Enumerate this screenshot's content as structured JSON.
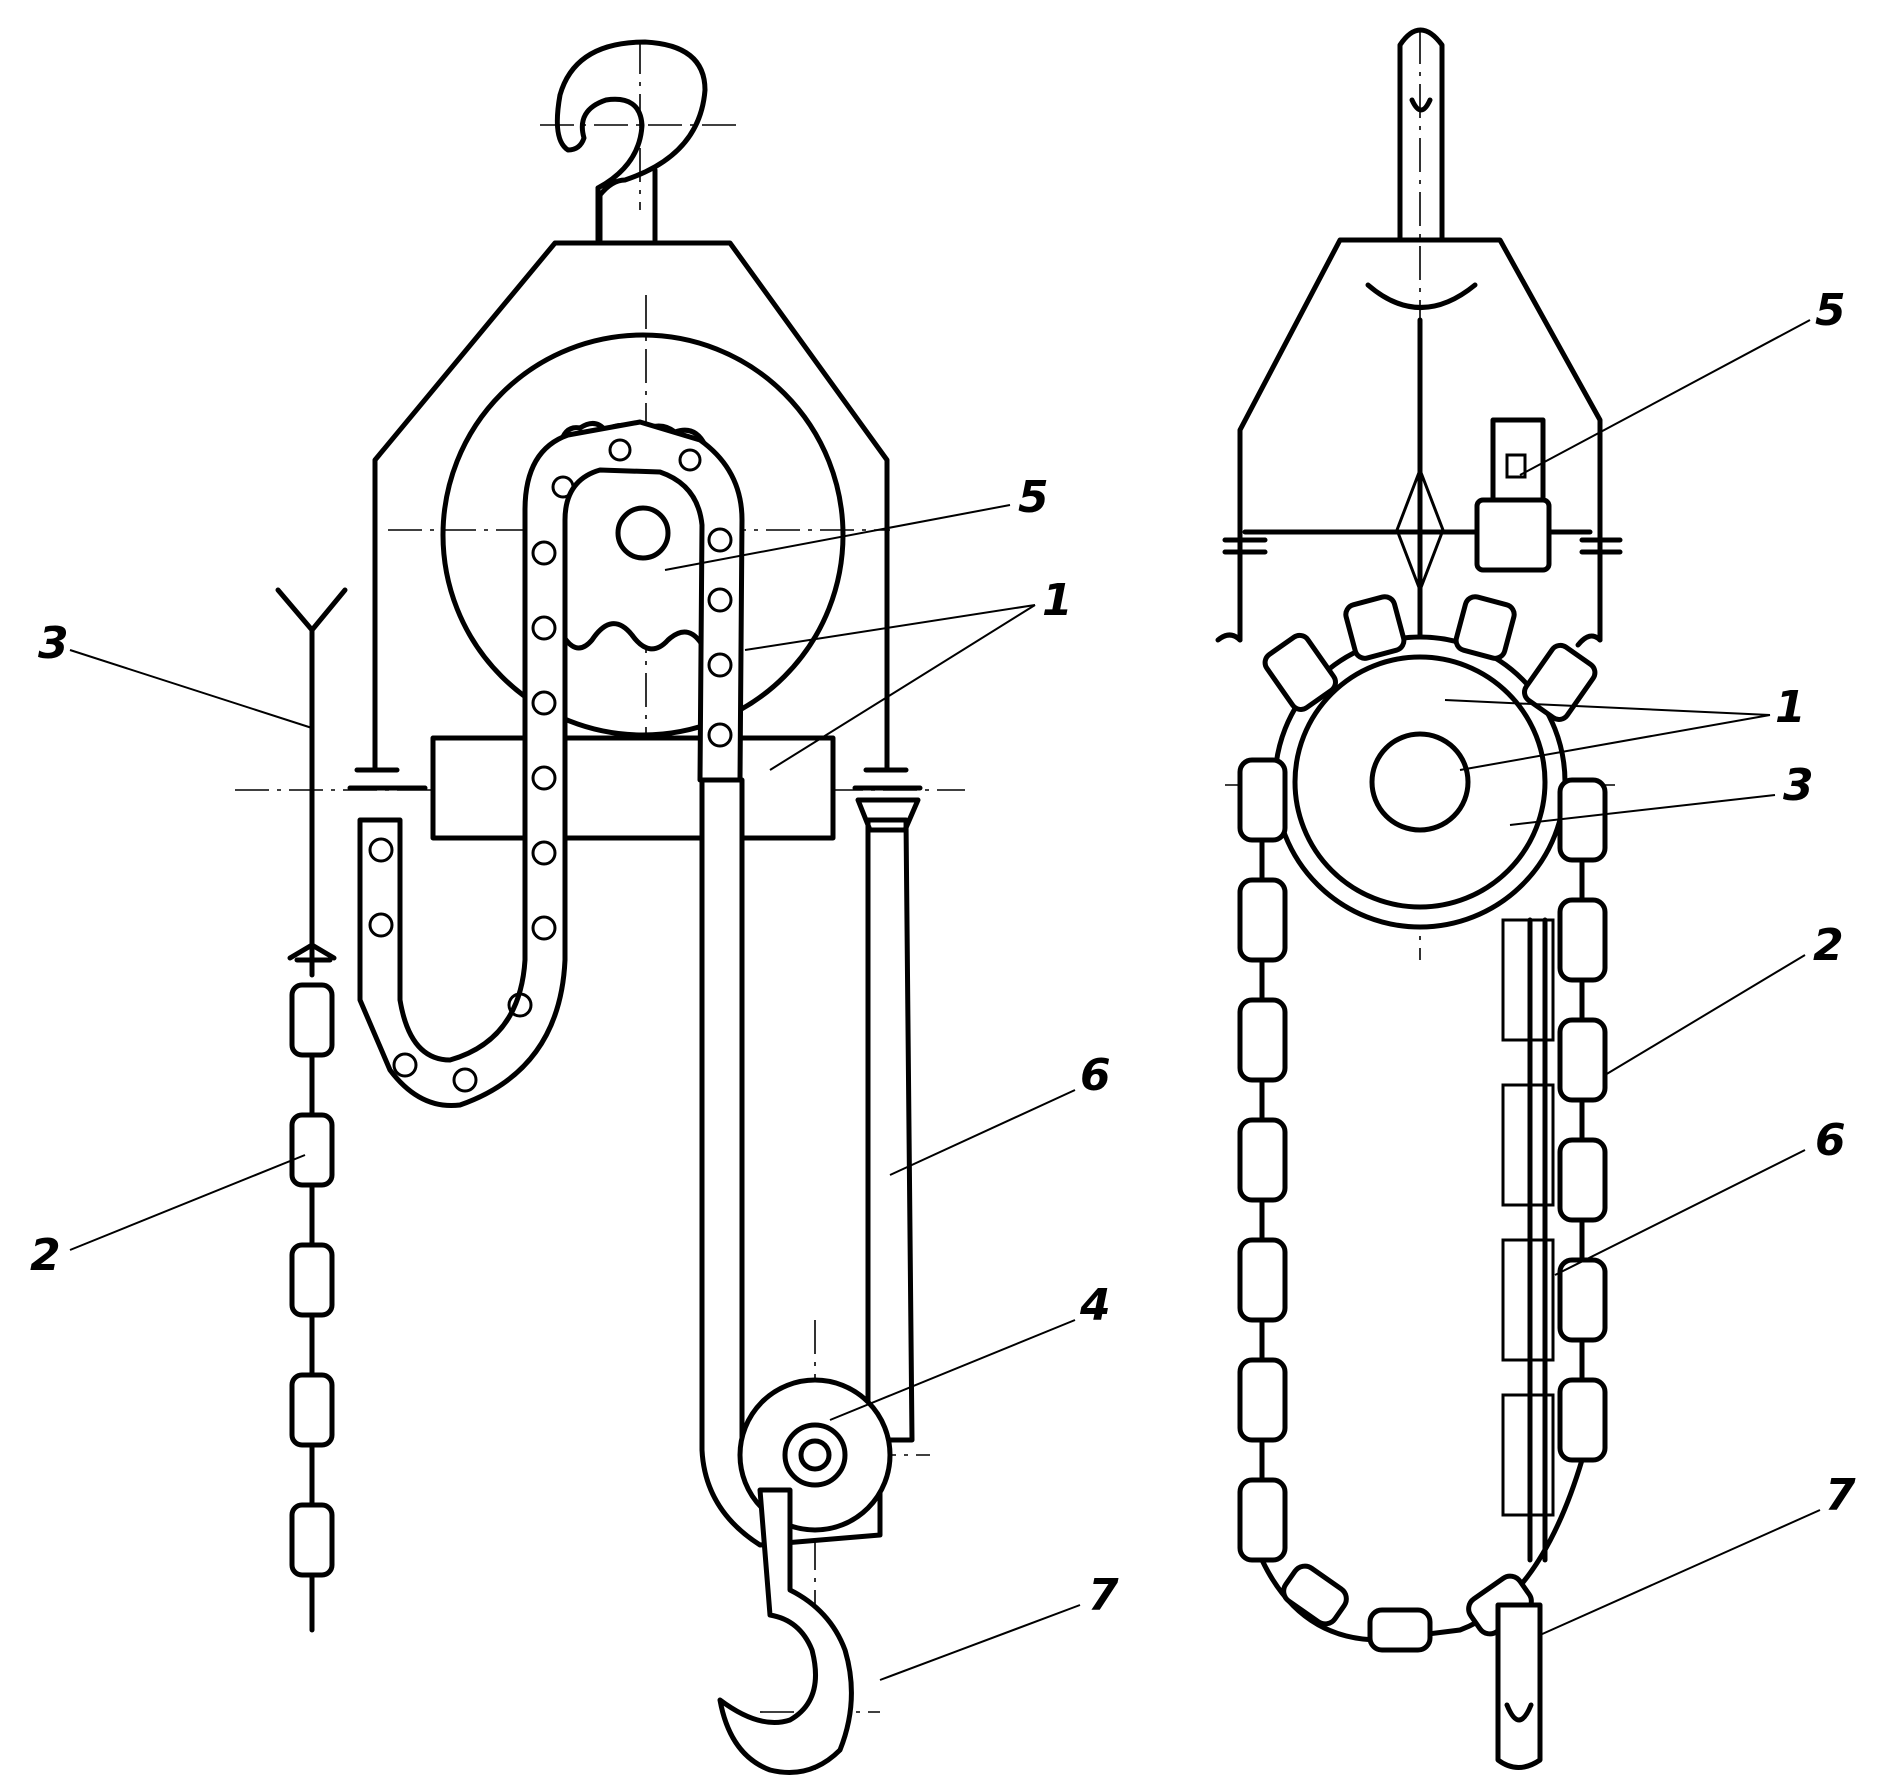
{
  "left_view": {
    "callouts": [
      "1",
      "2",
      "3",
      "4",
      "5",
      "6",
      "7"
    ],
    "label_extra_1": "1"
  },
  "right_view": {
    "callouts": [
      "1",
      "2",
      "3",
      "5",
      "6",
      "7"
    ]
  }
}
